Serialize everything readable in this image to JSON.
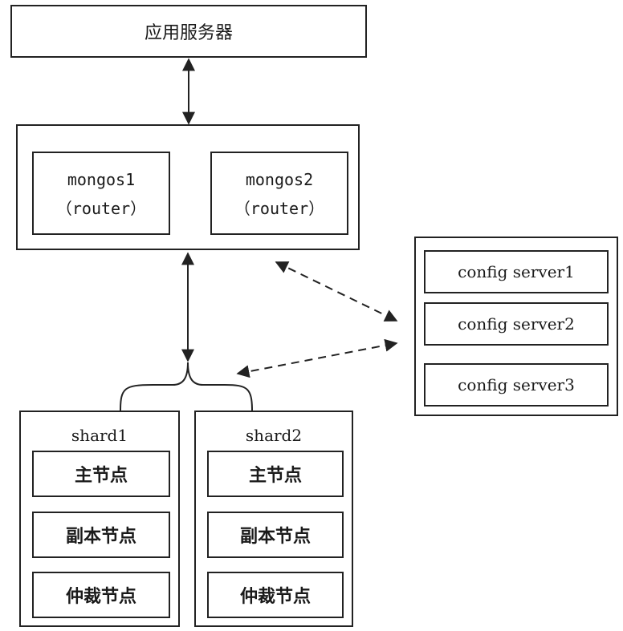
{
  "app_server": {
    "label": "应用服务器"
  },
  "router_group": {
    "mongos": [
      {
        "name": "mongos1",
        "role": "（router）"
      },
      {
        "name": "mongos2",
        "role": "（router）"
      }
    ]
  },
  "config_group": {
    "servers": [
      "config server1",
      "config server2",
      "config server3"
    ]
  },
  "shards": [
    {
      "name": "shard1",
      "nodes": [
        "主节点",
        "副本节点",
        "仲裁节点"
      ]
    },
    {
      "name": "shard2",
      "nodes": [
        "主节点",
        "副本节点",
        "仲裁节点"
      ]
    }
  ],
  "colors": {
    "stroke": "#222222",
    "background": "#ffffff"
  }
}
